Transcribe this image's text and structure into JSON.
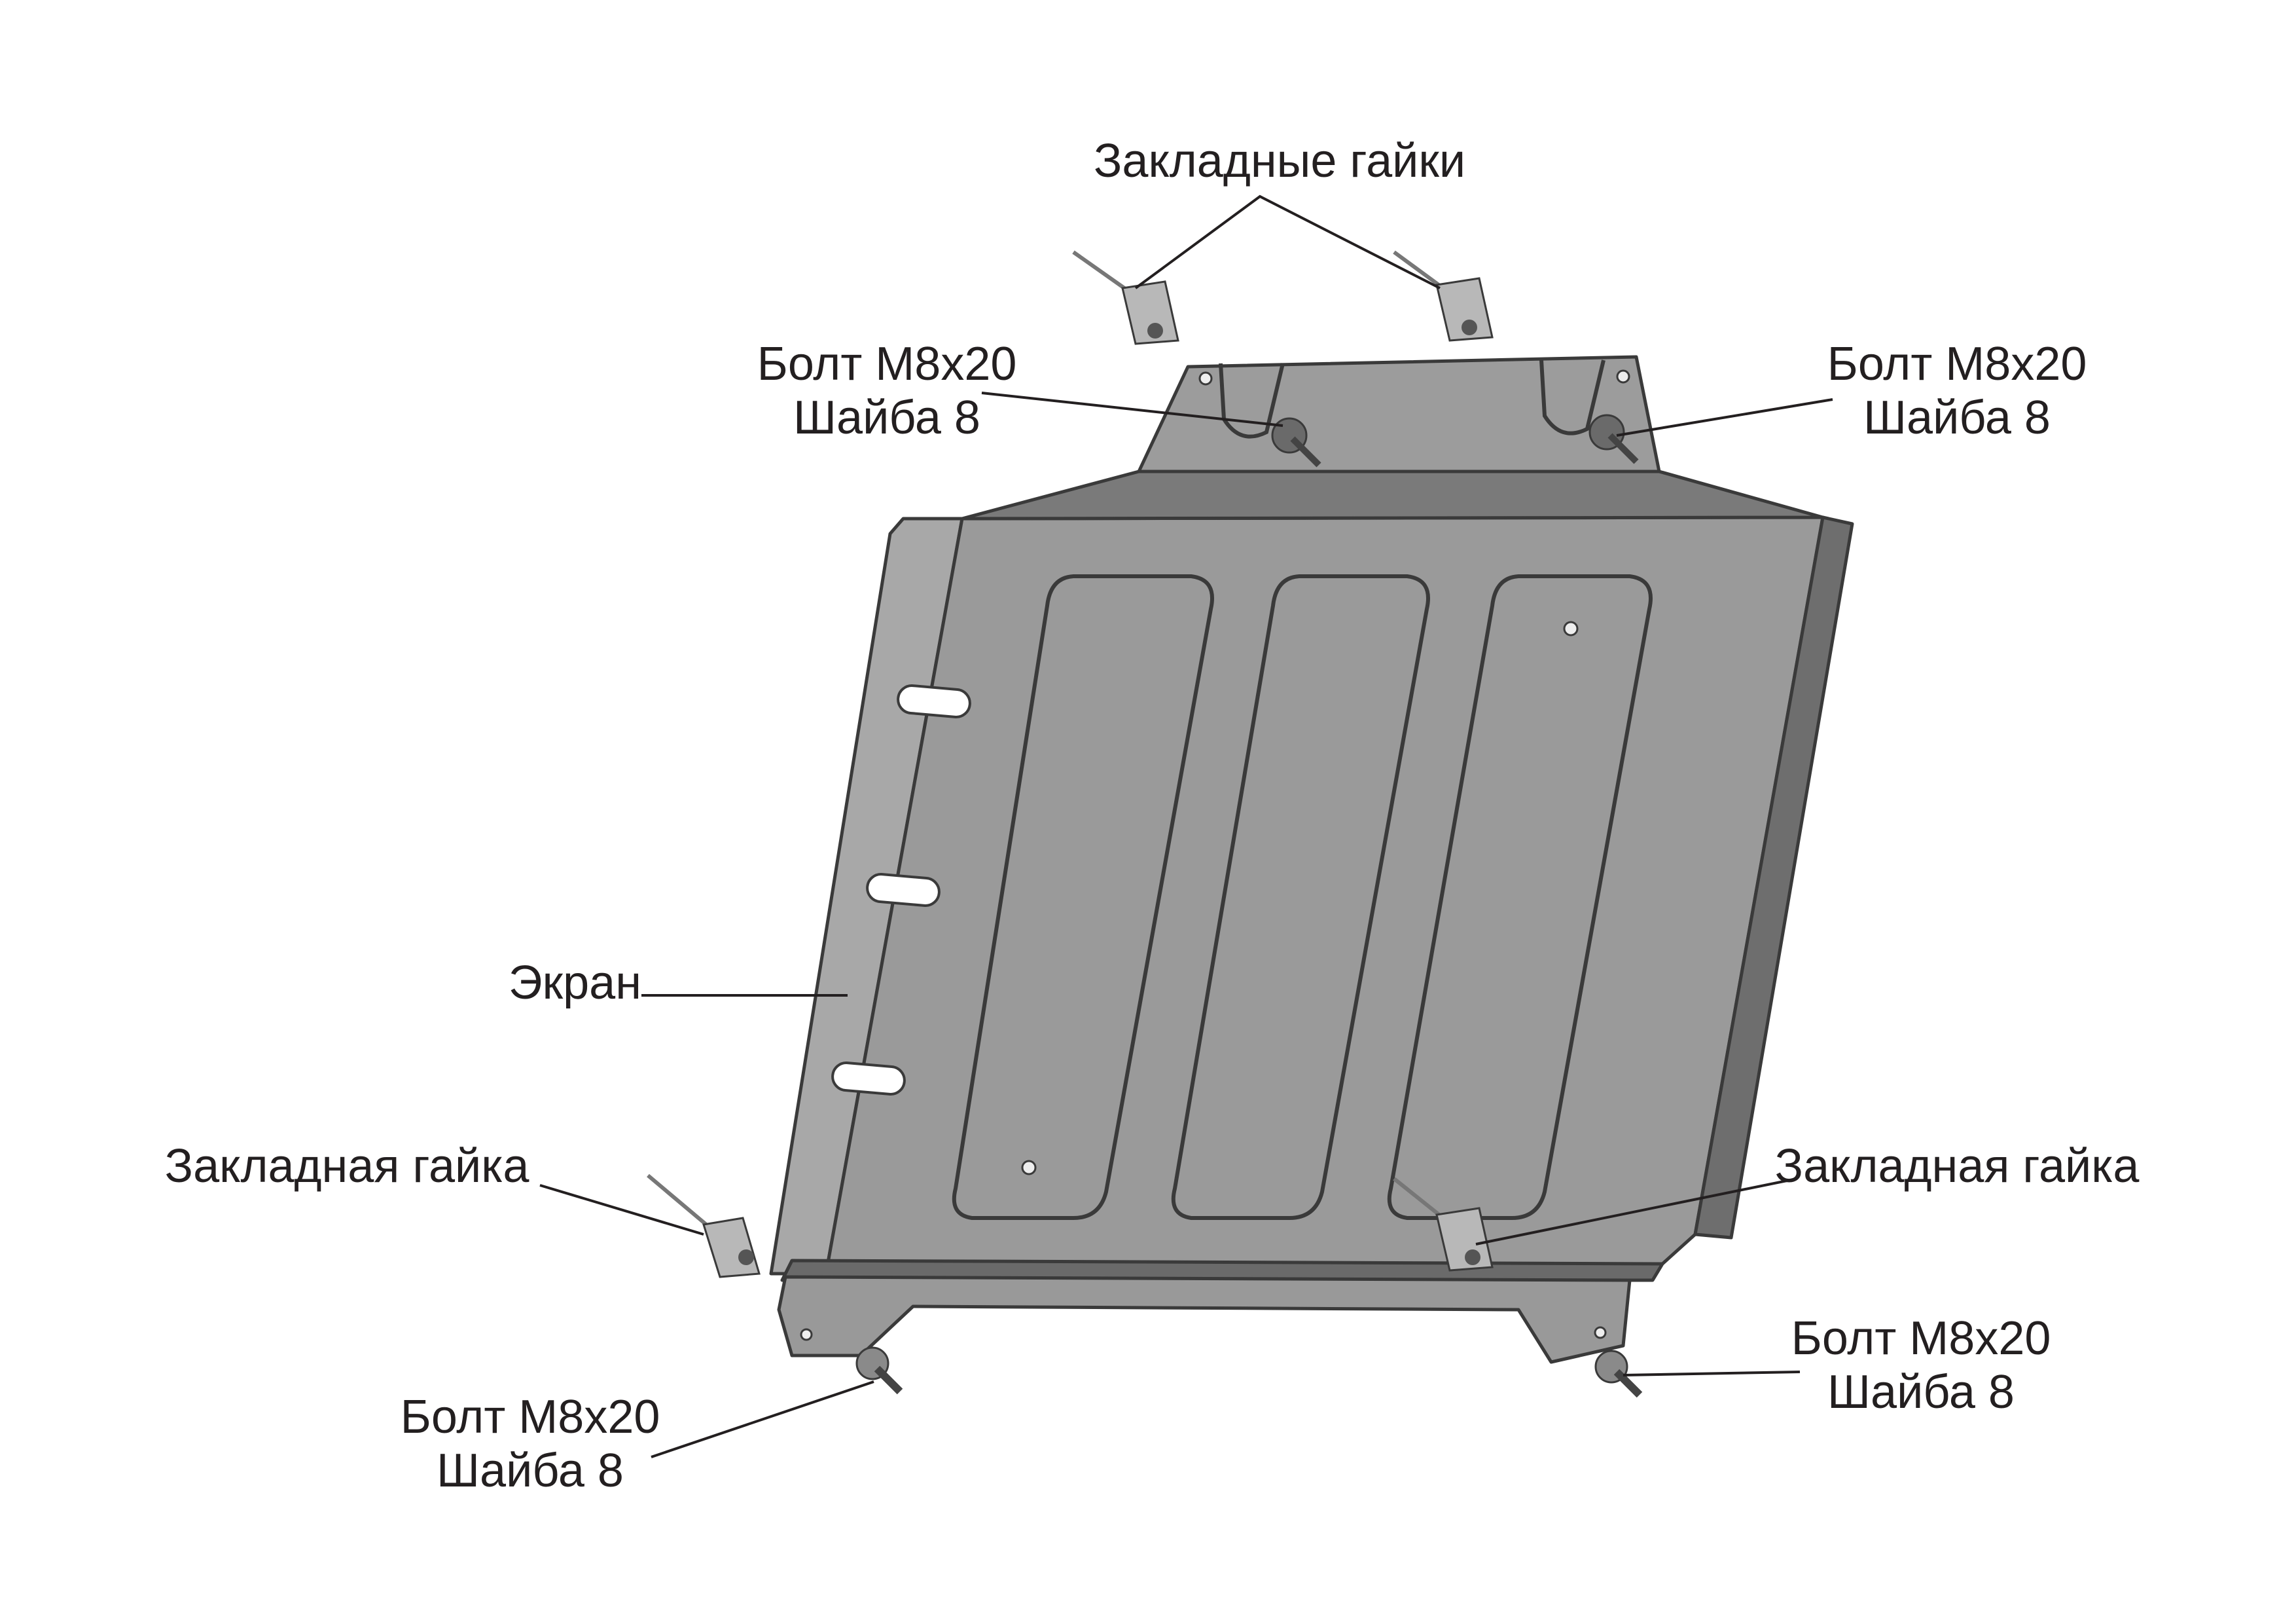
{
  "labels": {
    "embedded_nuts_top": "Закладные гайки",
    "bolt_top_left_line1": "Болт М8х20",
    "bolt_top_left_line2": "Шайба 8",
    "bolt_top_right_line1": "Болт М8х20",
    "bolt_top_right_line2": "Шайба 8",
    "screen": "Экран",
    "embedded_nut_left": "Закладная гайка",
    "embedded_nut_right": "Закладная гайка",
    "bolt_bottom_left_line1": "Болт М8х20",
    "bolt_bottom_left_line2": "Шайба 8",
    "bolt_bottom_right_line1": "Болт М8х20",
    "bolt_bottom_right_line2": "Шайба 8"
  },
  "colors": {
    "plate_fill": "#9a9a9a",
    "plate_dark": "#6e6e6e",
    "plate_light": "#b8b8b8",
    "outline": "#3a3a3a",
    "text": "#231f20"
  }
}
